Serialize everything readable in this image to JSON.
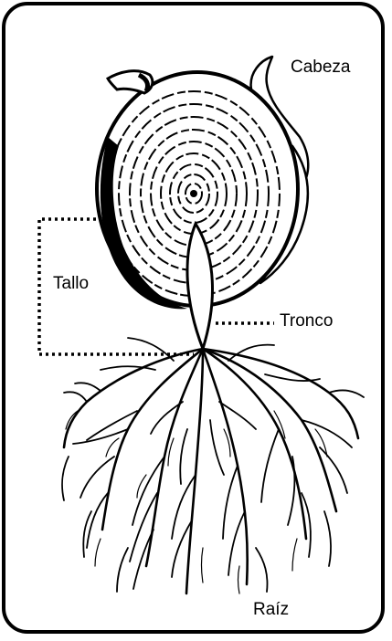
{
  "diagram": {
    "labels": {
      "cabeza": "Cabeza",
      "tallo": "Tallo",
      "tronco": "Tronco",
      "raiz": "Raíz"
    },
    "colors": {
      "ink": "#000000",
      "background": "#ffffff"
    },
    "icons": [
      "seed-head-icon",
      "leaf-sprout-icon",
      "root-system-icon"
    ]
  }
}
